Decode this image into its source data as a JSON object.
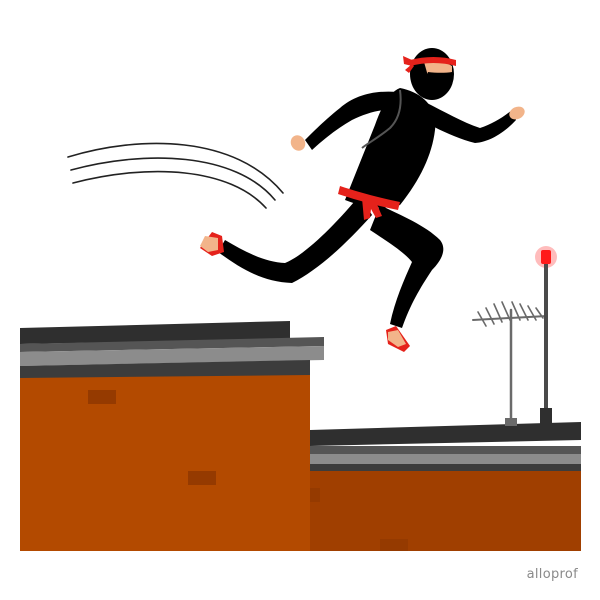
{
  "brand": {
    "logo_text": "alloprof",
    "logo_color": "#8a8a8a"
  },
  "colors": {
    "brick_left": "#b34a00",
    "brick_right": "#a03f00",
    "brick_mark": "#953a00",
    "roof_dark": "#3a3a3a",
    "roof_mid": "#4f4f4f",
    "roof_light": "#8c8c8c",
    "ninja_black": "#000000",
    "sash_red": "#e5221b",
    "skin": "#f2b48a",
    "beacon_red": "#ff1a1a"
  },
  "scene": {
    "character": "ninja",
    "accessories": [
      "red-headband",
      "red-belt-sash",
      "red-sandals"
    ],
    "objects": [
      "left-rooftop",
      "right-rooftop",
      "tv-antenna",
      "beacon-light-pole",
      "motion-lines"
    ]
  }
}
